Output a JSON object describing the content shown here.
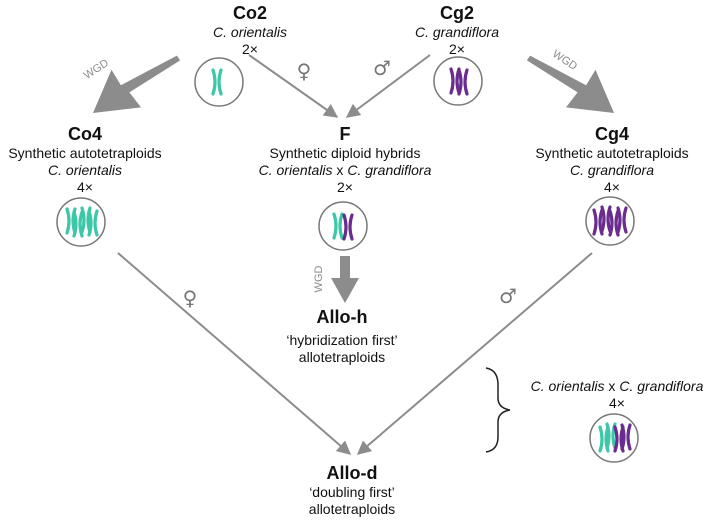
{
  "colors": {
    "orientalis": "#3cc7a8",
    "grandiflora": "#6a2d8f",
    "arrow": "#8c8c8c",
    "circle_stroke": "#777777",
    "text": "#111111"
  },
  "nodes": {
    "co2": {
      "name": "Co2",
      "species": "C. orientalis",
      "ploidy": "2×"
    },
    "cg2": {
      "name": "Cg2",
      "species": "C. grandiflora",
      "ploidy": "2×"
    },
    "co4": {
      "name": "Co4",
      "desc": "Synthetic autotetraploids",
      "species": "C. orientalis",
      "ploidy": "4×"
    },
    "f": {
      "name": "F",
      "desc": "Synthetic diploid hybrids",
      "species_a": "C. orientalis",
      "cross": " x ",
      "species_b": "C. grandiflora",
      "ploidy": "2×"
    },
    "cg4": {
      "name": "Cg4",
      "desc": "Synthetic autotetraploids",
      "species": "C. grandiflora",
      "ploidy": "4×"
    },
    "alloh": {
      "name": "Allo-h",
      "desc1": "‘hybridization first’",
      "desc2": "allotetraploids"
    },
    "allod": {
      "name": "Allo-d",
      "desc1": "‘doubling first’",
      "desc2": "allotetraploids"
    }
  },
  "legend": {
    "species_a": "C. orientalis",
    "cross": " x ",
    "species_b": "C. grandiflora",
    "ploidy": "4×"
  },
  "edge_labels": {
    "wgd": "WGD",
    "female": "♀",
    "male": "♂"
  }
}
